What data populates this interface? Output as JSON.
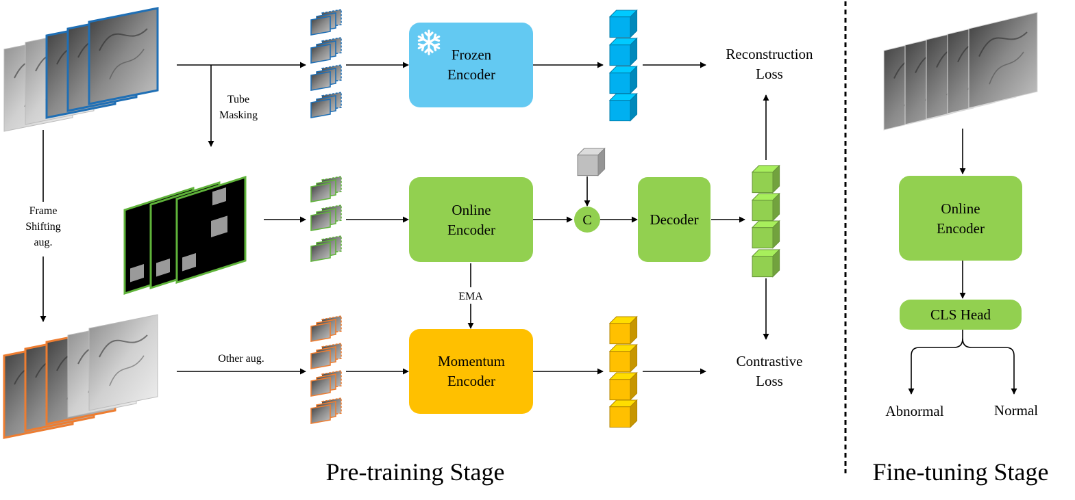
{
  "pretraining": {
    "stage_label": "Pre-training Stage",
    "frozen_encoder": {
      "line1": "Frozen",
      "line2": "Encoder"
    },
    "online_encoder": {
      "line1": "Online",
      "line2": "Encoder"
    },
    "momentum_encoder": {
      "line1": "Momentum",
      "line2": "Encoder"
    },
    "decoder": "Decoder",
    "concat_symbol": "C",
    "tube_masking": {
      "line1": "Tube",
      "line2": "Masking"
    },
    "frame_shifting": {
      "line1": "Frame",
      "line2": "Shifting",
      "line3": "aug."
    },
    "other_aug": "Other aug.",
    "ema": "EMA",
    "reconstruction_loss": {
      "line1": "Reconstruction",
      "line2": "Loss"
    },
    "contrastive_loss": {
      "line1": "Contrastive",
      "line2": "Loss"
    }
  },
  "finetuning": {
    "stage_label": "Fine-tuning Stage",
    "online_encoder": {
      "line1": "Online",
      "line2": "Encoder"
    },
    "cls_head": "CLS Head",
    "outputs": {
      "abnormal": "Abnormal",
      "normal": "Normal"
    }
  },
  "colors": {
    "frozen": "#63c9f2",
    "online": "#92d050",
    "momentum": "#ffc000",
    "blue_border": "#1f6fb5",
    "green_border": "#5fb33a",
    "orange_border": "#ed7d31",
    "token_blue": "#00b0f0",
    "token_green": "#92d050",
    "token_orange": "#ffc000",
    "token_gray": "#bfbfbf"
  },
  "icons": {
    "frozen": "snowflake-icon"
  }
}
